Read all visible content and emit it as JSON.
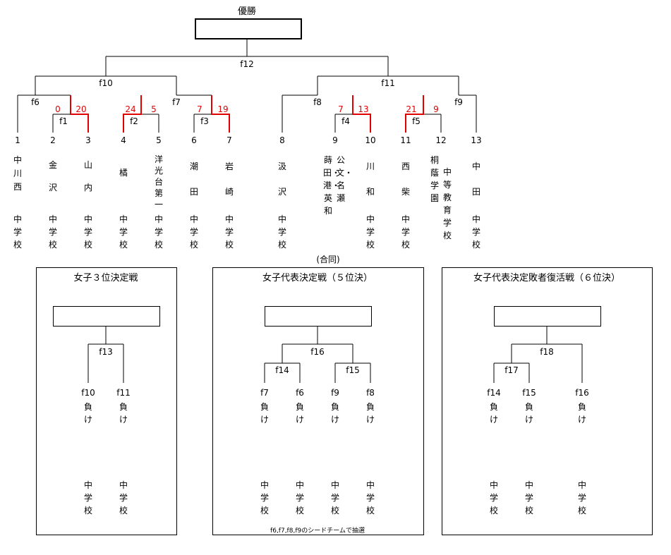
{
  "main": {
    "champion_label": "優勝",
    "final_label": "f12",
    "semis": [
      "f10",
      "f11"
    ],
    "quarters": [
      "f6",
      "f7",
      "f8",
      "f9"
    ],
    "firsts": [
      "f1",
      "f2",
      "f3",
      "f4",
      "f5"
    ],
    "scores": {
      "f1_left": "0",
      "f1_right": "20",
      "f2_left": "24",
      "f2_right": "5",
      "f3_left": "7",
      "f3_right": "19",
      "f4_left": "7",
      "f4_right": "13",
      "f5_left": "21",
      "f5_right": "9"
    },
    "teams": [
      {
        "no": "1",
        "name": "中川西",
        "suffix": "中学校"
      },
      {
        "no": "2",
        "name": "金沢",
        "suffix": "中学校"
      },
      {
        "no": "3",
        "name": "山内",
        "suffix": "中学校"
      },
      {
        "no": "4",
        "name": "橘",
        "suffix": "中学校"
      },
      {
        "no": "5",
        "name": "洋光台第一",
        "suffix": "中学校"
      },
      {
        "no": "6",
        "name": "潮田",
        "suffix": "中学校"
      },
      {
        "no": "7",
        "name": "岩崎",
        "suffix": "中学校"
      },
      {
        "no": "8",
        "name": "汲沢",
        "suffix": "中学校"
      },
      {
        "no": "9",
        "name_col1": "蒔田・港・英和",
        "name_col2": "公文・名瀬"
      },
      {
        "no": "10",
        "name": "川和",
        "suffix": "中学校"
      },
      {
        "no": "11",
        "name": "西柴",
        "suffix": "中学校"
      },
      {
        "no": "12",
        "name_col1": "桐蔭学園",
        "name_col2": "中等教育学校"
      },
      {
        "no": "13",
        "name": "中田",
        "suffix": "中学校"
      }
    ],
    "joint_note": "(合同)"
  },
  "panels": [
    {
      "title": "女子３位決定戦",
      "match": "f13",
      "entries": [
        {
          "from": "f10",
          "result": "負け",
          "suffix": "中学校"
        },
        {
          "from": "f11",
          "result": "負け",
          "suffix": "中学校"
        }
      ]
    },
    {
      "title": "女子代表決定戦（５位決）",
      "match": "f16",
      "sub": [
        "f14",
        "f15"
      ],
      "entries": [
        {
          "from": "f7",
          "result": "負け",
          "suffix": "中学校"
        },
        {
          "from": "f6",
          "result": "負け",
          "suffix": "中学校"
        },
        {
          "from": "f9",
          "result": "負け",
          "suffix": "中学校"
        },
        {
          "from": "f8",
          "result": "負け",
          "suffix": "中学校"
        }
      ],
      "note": "f6,f7,f8,f9のシードチームで抽選"
    },
    {
      "title": "女子代表決定敗者復活戦（６位決）",
      "match": "f18",
      "sub": [
        "f17"
      ],
      "entries": [
        {
          "from": "f14",
          "result": "負け",
          "suffix": "中学校"
        },
        {
          "from": "f15",
          "result": "負け",
          "suffix": "中学校"
        },
        {
          "from": "f16",
          "result": "負け",
          "suffix": "中学校"
        }
      ]
    }
  ],
  "colors": {
    "line": "#000000",
    "winner": "#e00000"
  }
}
